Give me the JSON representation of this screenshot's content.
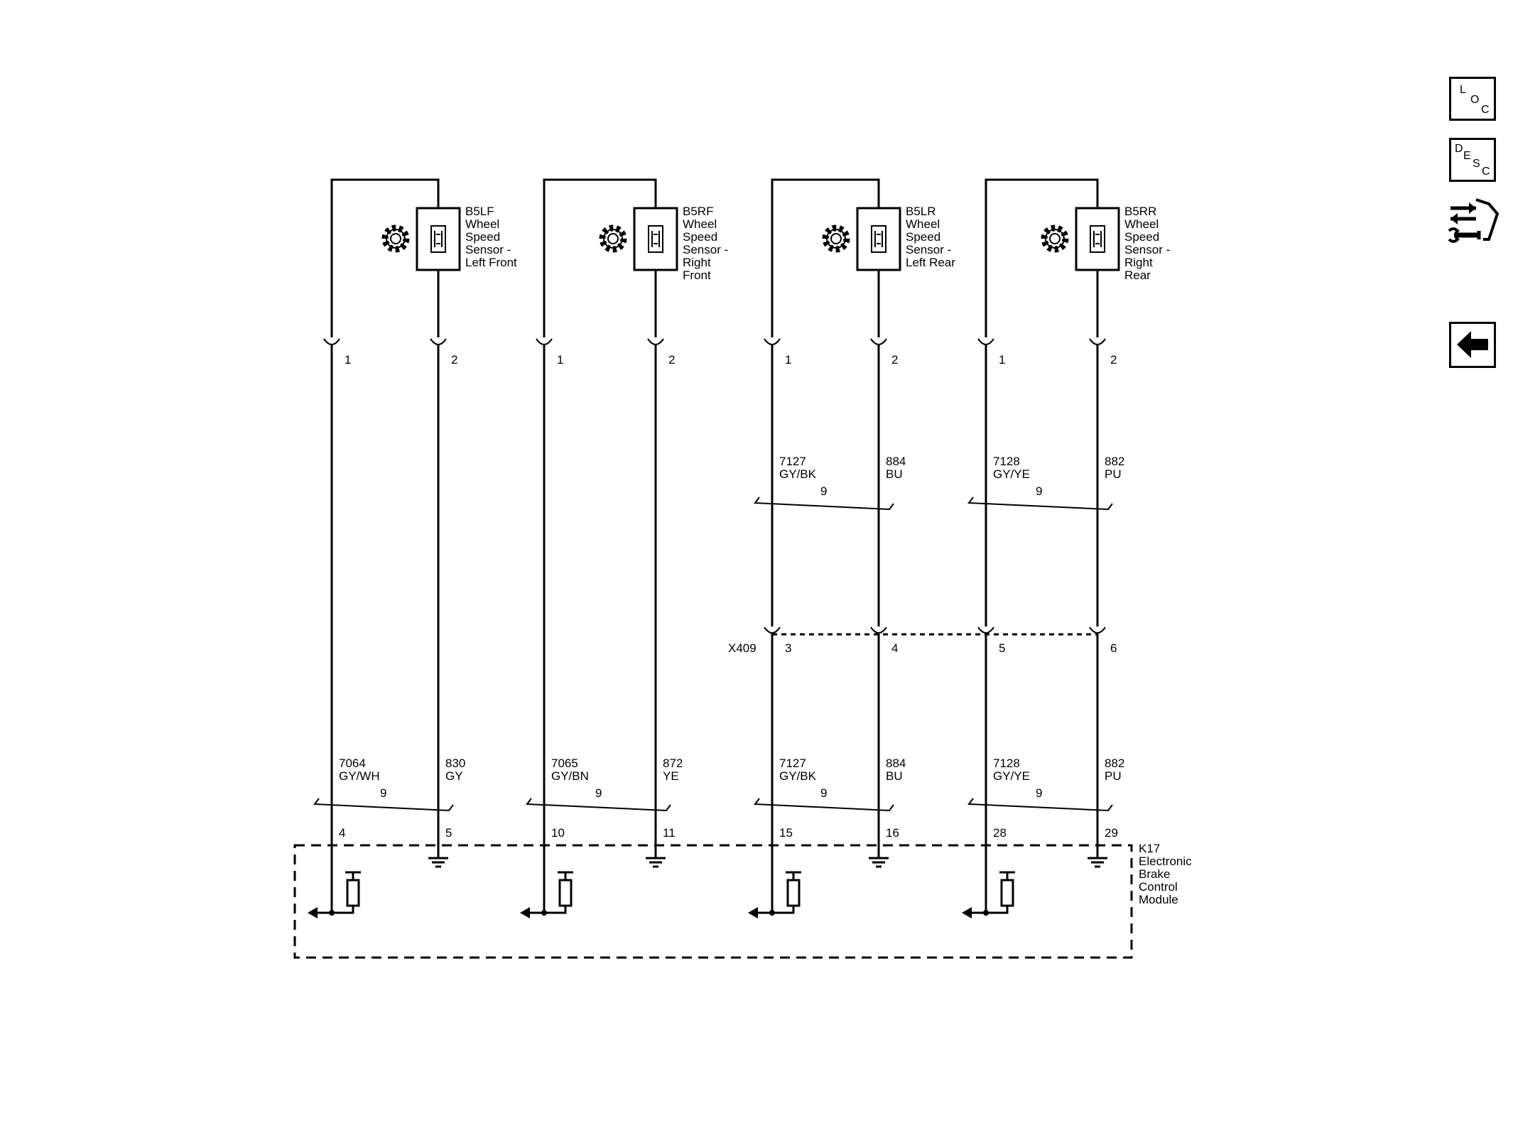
{
  "sensors": [
    {
      "id": "B5LF",
      "l1": "Wheel",
      "l2": "Speed",
      "l3": "Sensor -",
      "l4": "Left Front",
      "l5": ""
    },
    {
      "id": "B5RF",
      "l1": "Wheel",
      "l2": "Speed",
      "l3": "Sensor -",
      "l4": "Right",
      "l5": "Front"
    },
    {
      "id": "B5LR",
      "l1": "Wheel",
      "l2": "Speed",
      "l3": "Sensor -",
      "l4": "Left Rear",
      "l5": ""
    },
    {
      "id": "B5RR",
      "l1": "Wheel",
      "l2": "Speed",
      "l3": "Sensor -",
      "l4": "Right",
      "l5": "Rear"
    }
  ],
  "sensor_pins": [
    "1",
    "2"
  ],
  "upper_wires": [
    {
      "a_circuit": "7127",
      "a_color": "GY/BK",
      "b_circuit": "884",
      "b_color": "BU",
      "twist": "9"
    },
    {
      "a_circuit": "7128",
      "a_color": "GY/YE",
      "b_circuit": "882",
      "b_color": "PU",
      "twist": "9"
    }
  ],
  "inline_connector": {
    "id": "X409",
    "pins": [
      "3",
      "4",
      "5",
      "6"
    ]
  },
  "lower_wires": [
    {
      "a_circuit": "7064",
      "a_color": "GY/WH",
      "b_circuit": "830",
      "b_color": "GY",
      "twist": "9",
      "a_pin": "4",
      "b_pin": "5"
    },
    {
      "a_circuit": "7065",
      "a_color": "GY/BN",
      "b_circuit": "872",
      "b_color": "YE",
      "twist": "9",
      "a_pin": "10",
      "b_pin": "11"
    },
    {
      "a_circuit": "7127",
      "a_color": "GY/BK",
      "b_circuit": "884",
      "b_color": "BU",
      "twist": "9",
      "a_pin": "15",
      "b_pin": "16"
    },
    {
      "a_circuit": "7128",
      "a_color": "GY/YE",
      "b_circuit": "882",
      "b_color": "PU",
      "twist": "9",
      "a_pin": "28",
      "b_pin": "29"
    }
  ],
  "module": {
    "id": "K17",
    "l1": "Electronic",
    "l2": "Brake",
    "l3": "Control",
    "l4": "Module"
  },
  "side_buttons": {
    "loc": {
      "c1": "L",
      "c2": "O",
      "c3": "C"
    },
    "desc": {
      "c1": "D",
      "c2": "E",
      "c3": "S",
      "c4": "C"
    }
  },
  "icons": {
    "gear": "gear-icon",
    "sensor": "hall-sensor-icon",
    "ground": "ground-icon",
    "nav": "connector-wrench-icon",
    "back": "back-arrow-icon"
  }
}
